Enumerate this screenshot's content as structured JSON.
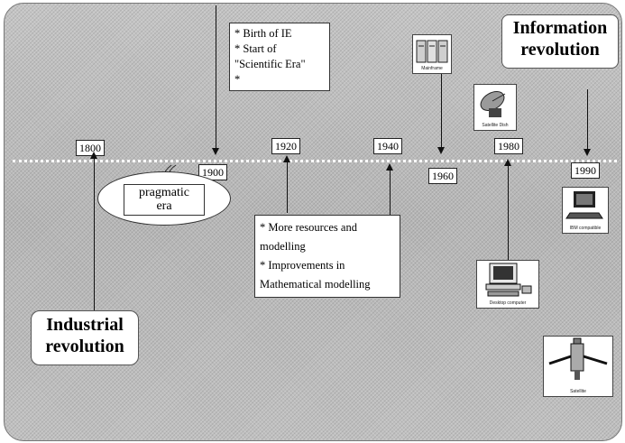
{
  "timeline": {
    "years": [
      "1800",
      "1900",
      "1920",
      "1940",
      "1960",
      "1980",
      "1990"
    ]
  },
  "notes": {
    "birth_of_ie": [
      "* Birth of IE",
      "* Start of",
      "\"Scientific Era\"",
      "*"
    ],
    "resources": [
      "* More resources and",
      "modelling",
      "* Improvements in",
      "Mathematical modelling"
    ]
  },
  "labels": {
    "pragmatic_era": [
      "pragmatic",
      "era"
    ],
    "industrial_revolution": [
      "Industrial",
      "revolution"
    ],
    "information_revolution": [
      "Information",
      "revolution"
    ]
  },
  "icons": {
    "mainframe": {
      "name": "mainframe-computer-icon",
      "caption": "Mainframe"
    },
    "satellite_dish": {
      "name": "satellite-dish-icon",
      "caption": "Satellite Dish"
    },
    "desktop": {
      "name": "desktop-computer-icon",
      "caption": "Desktop computer"
    },
    "laptop": {
      "name": "laptop-icon",
      "caption": "IBM compatible"
    },
    "satellite": {
      "name": "satellite-icon",
      "caption": "Satellite"
    }
  }
}
